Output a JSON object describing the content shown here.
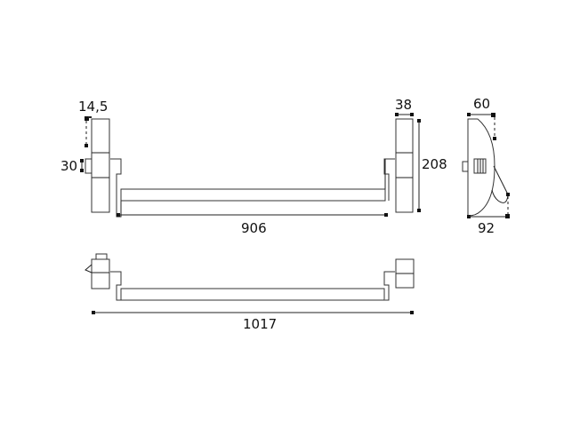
{
  "drawing": {
    "front_view": {
      "dim_left_width": "14,5",
      "dim_tab_height": "30",
      "dim_right_width": "38",
      "dim_height": "208",
      "dim_bar_length": "906"
    },
    "side_view": {
      "dim_top_depth": "60",
      "dim_total_depth": "92"
    },
    "top_view": {
      "dim_total_length": "1017"
    }
  }
}
